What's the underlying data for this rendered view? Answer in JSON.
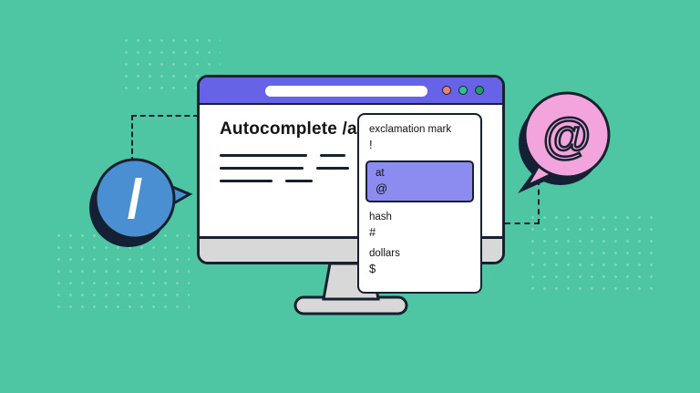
{
  "browser": {
    "heading": "Autocomplete /a"
  },
  "dropdown": {
    "items": [
      {
        "label": "exclamation mark",
        "symbol": "!"
      },
      {
        "label": "at",
        "symbol": "@"
      },
      {
        "label": "hash",
        "symbol": "#"
      },
      {
        "label": "dollars",
        "symbol": "$"
      }
    ],
    "selected_index": 1
  },
  "bubbles": {
    "left_glyph": "/",
    "right_glyph": "@"
  },
  "colors": {
    "background_teal": "#4EC6A3",
    "titlebar_purple": "#6763E6",
    "highlight_purple": "#8C8BEF",
    "bubble_blue": "#4B8FD3",
    "bubble_pink": "#F3A4DC",
    "shadow_navy": "#132036",
    "monitor_gray": "#D8D8D8",
    "outline_black": "#16212F",
    "window_dot_red": "#F0806E",
    "window_dot_green": "#35C08B",
    "window_dot_dark_green": "#1F9E69"
  }
}
